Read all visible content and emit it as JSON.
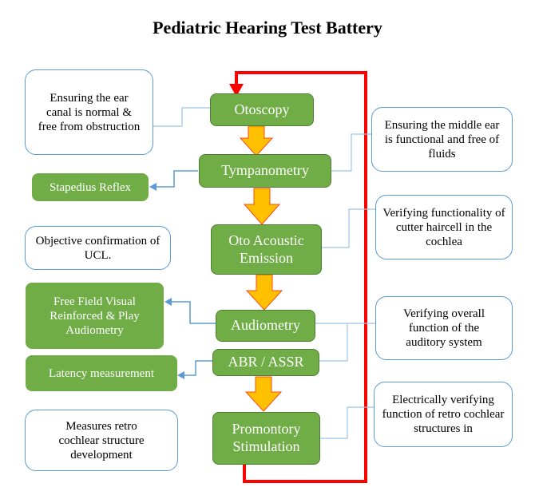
{
  "title": "Pediatric Hearing Test Battery",
  "steps": [
    {
      "label": "Otoscopy"
    },
    {
      "label": "Tympanometry"
    },
    {
      "label": "Oto Acoustic Emission"
    },
    {
      "label": "Audiometry"
    },
    {
      "label": "ABR / ASSR"
    },
    {
      "label": "Promontory Stimulation"
    }
  ],
  "left_notes": [
    {
      "label": "Ensuring the ear canal is normal & free from obstruction"
    },
    {
      "label": "Stapedius Reflex"
    },
    {
      "label": "Objective confirmation of UCL."
    },
    {
      "label": "Free Field Visual Reinforced & Play Audiometry"
    },
    {
      "label": "Latency measurement"
    },
    {
      "label": "Measures retro cochlear structure development"
    }
  ],
  "right_notes": [
    {
      "label": "Ensuring the middle ear is functional and free of fluids"
    },
    {
      "label": "Verifying functionality of cutter haircell in the cochlea"
    },
    {
      "label": "Verifying overall function of the auditory system"
    },
    {
      "label": "Electrically verifying function of retro cochlear structures in"
    }
  ],
  "colors": {
    "step_fill": "#70ad47",
    "note_border": "#5b9bd5",
    "flow_arrow": "#ffc000",
    "loop_line": "#ff0000"
  }
}
